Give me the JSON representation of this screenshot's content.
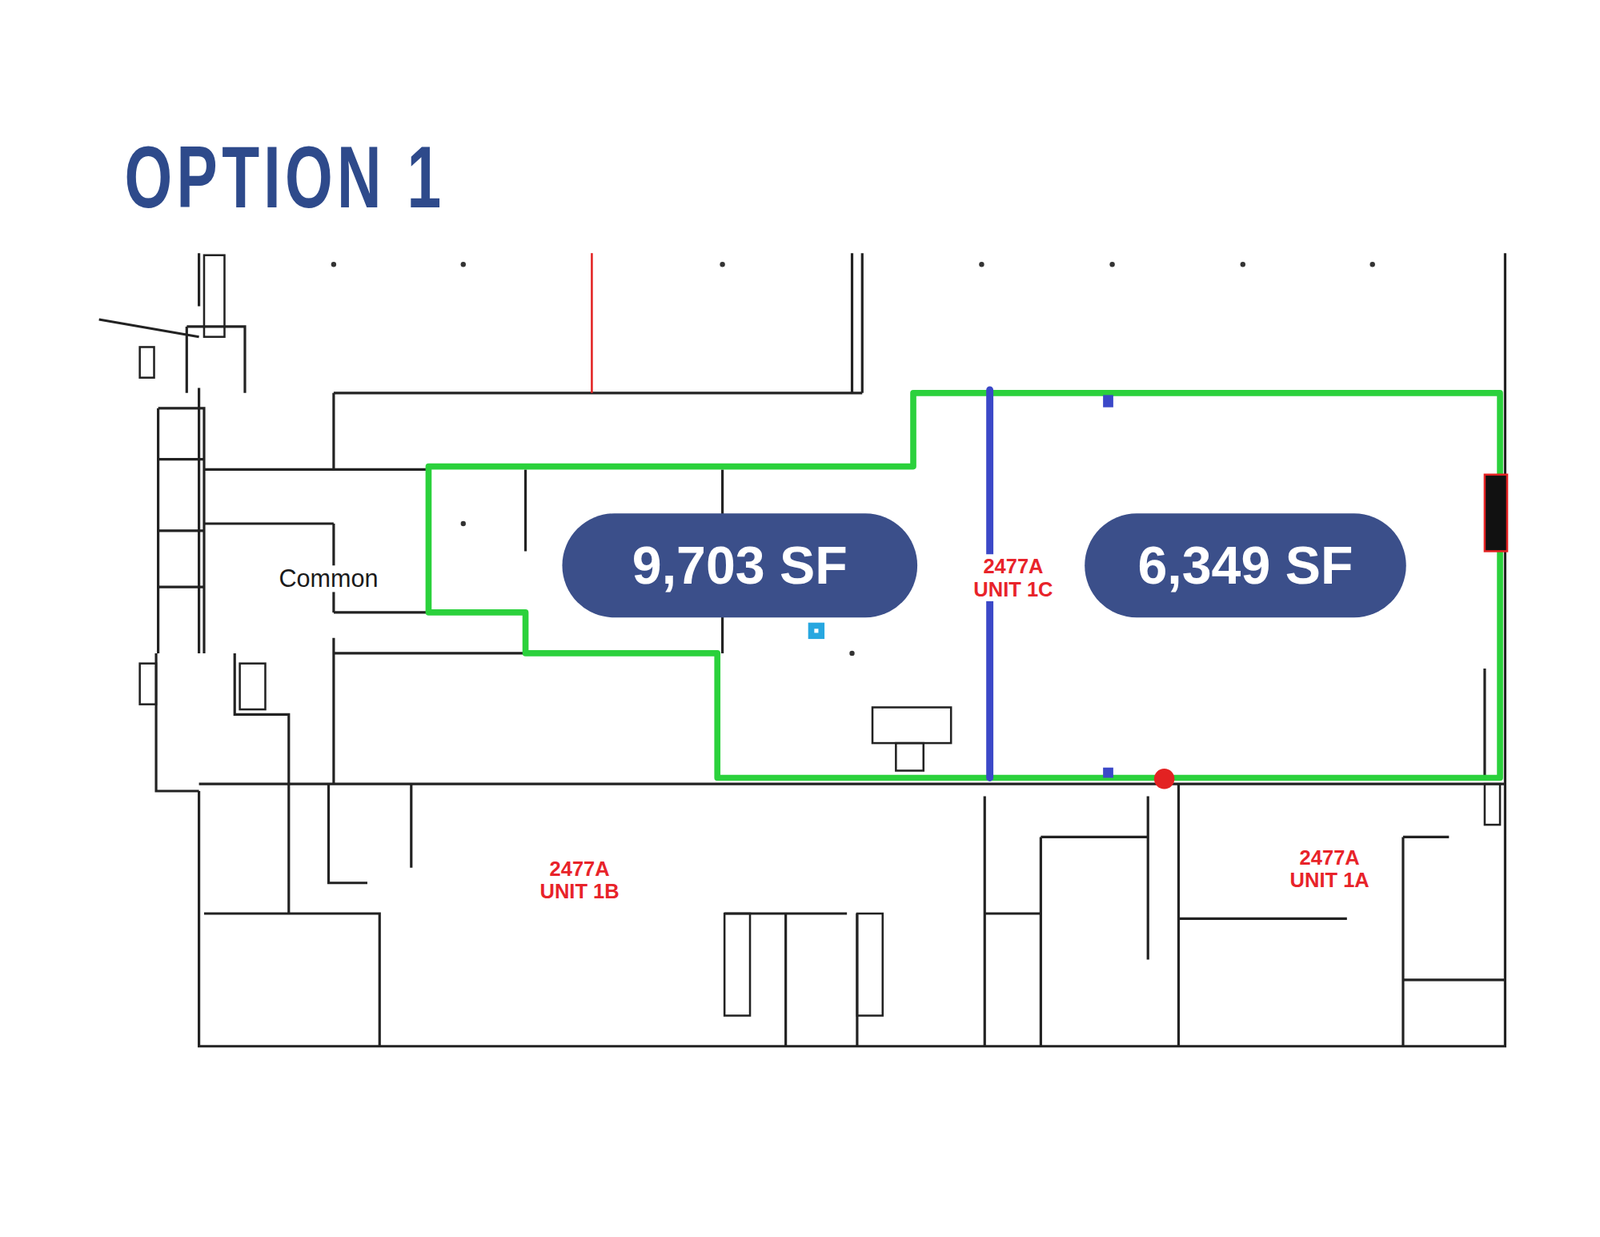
{
  "diagram": {
    "title": "OPTION 1",
    "nodes": [
      {
        "text": [
          "9,703 SF"
        ]
      },
      {
        "text": [
          "6,349 SF"
        ]
      }
    ],
    "labels": [
      "2477A UNIT 1C",
      "2477A UNIT 1B",
      "2477A UNIT 1A",
      "Common"
    ]
  }
}
